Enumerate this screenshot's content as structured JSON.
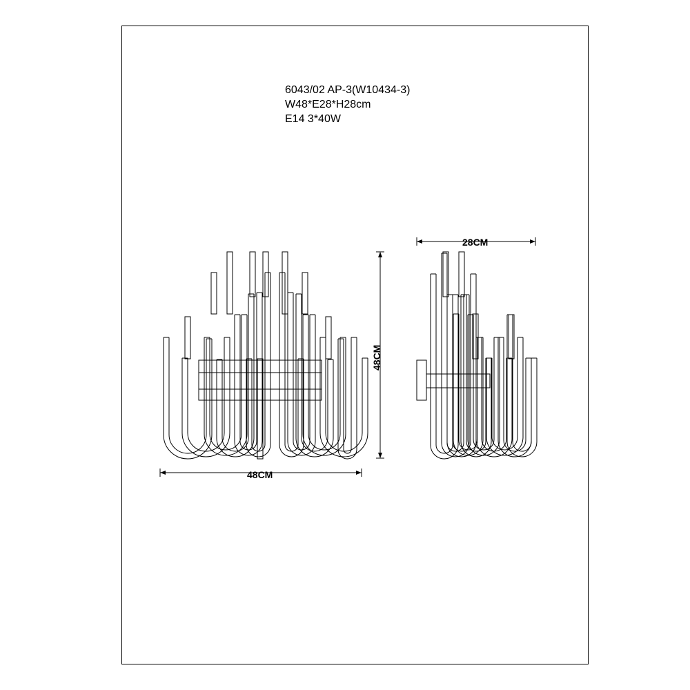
{
  "spec": {
    "model": "6043/02 AP-3(W10434-3)",
    "dimensions": "W48*E28*H28cm",
    "bulbs": "E14 3*40W"
  },
  "dimension_labels": {
    "width": "48CM",
    "height": "48CM",
    "depth": "28CM"
  },
  "line_color": "#000000"
}
